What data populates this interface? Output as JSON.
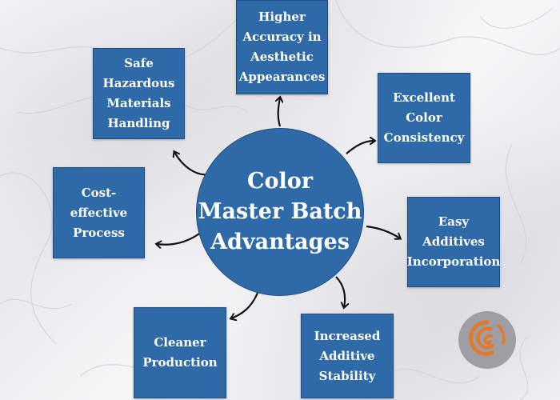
{
  "hub": {
    "title": "Color\nMaster Batch\nAdvantages"
  },
  "advantages": [
    {
      "id": "accuracy",
      "label": "Higher\nAccuracy in\nAesthetic\nAppearances"
    },
    {
      "id": "consistency",
      "label": "Excellent\nColor\nConsistency"
    },
    {
      "id": "additives",
      "label": "Easy\nAdditives\nIncorporation"
    },
    {
      "id": "stability",
      "label": "Increased\nAdditive\nStability"
    },
    {
      "id": "cleaner",
      "label": "Cleaner\nProduction"
    },
    {
      "id": "cost",
      "label": "Cost-effective\nProcess"
    },
    {
      "id": "safe",
      "label": "Safe\nHazardous\nMaterials\nHandling"
    }
  ],
  "colors": {
    "box": "#2f6aa8",
    "text": "#ffffff",
    "arrow": "#111111",
    "logo_bg": "#9e9ea4",
    "logo_fg": "#e07a2c"
  },
  "icons": {
    "logo": "swirl-logo-icon"
  }
}
